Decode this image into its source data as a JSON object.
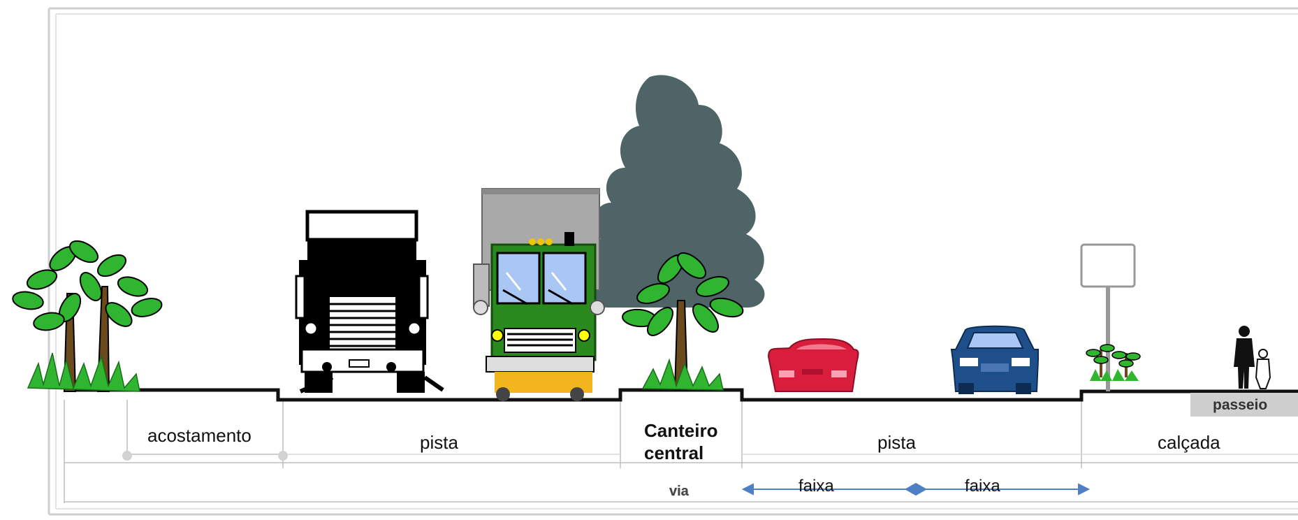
{
  "labels": {
    "acostamento": "acostamento",
    "pista_left": "pista",
    "canteiro_line1": "Canteiro",
    "canteiro_line2": "central",
    "pista_right": "pista",
    "calcada": "calçada",
    "passeio": "passeio",
    "via": "via",
    "faixa_1": "faixa",
    "faixa_2": "faixa"
  },
  "colors": {
    "tree_green": "#2fb52f",
    "tree_trunk": "#6b4a1e",
    "big_tree": "#4e6466",
    "truck_green": "#2a8a1e",
    "truck_box": "#a9a9a9",
    "car_red": "#d81e3c",
    "car_blue": "#1f4f8a",
    "arrow_blue": "#4f7fc4",
    "ground": "#111111",
    "sidewalk_tag": "#cfcfcf"
  },
  "icons": [
    "tree-icon",
    "big-tree-icon",
    "semi-truck-icon",
    "green-truck-icon",
    "red-car-icon",
    "blue-car-icon",
    "signpost-icon",
    "shrub-icon",
    "pedestrian-icon",
    "double-arrow-icon"
  ]
}
